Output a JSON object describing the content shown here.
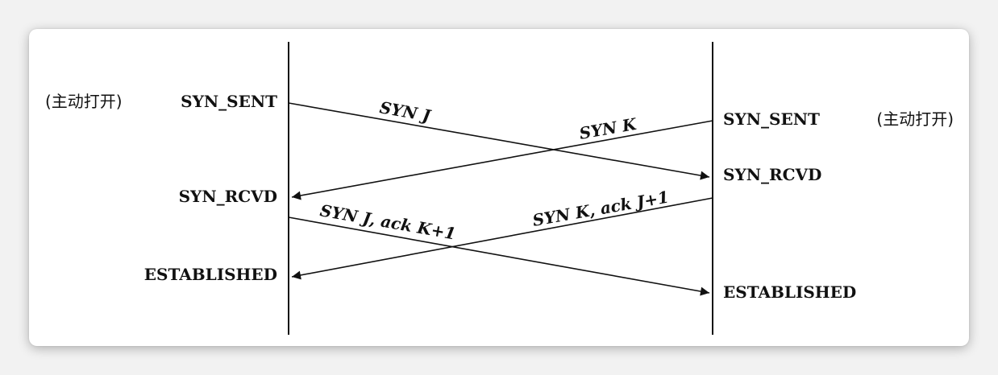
{
  "diagram": {
    "left": {
      "active_open_note": "(主动打开)",
      "state1": "SYN_SENT",
      "state2": "SYN_RCVD",
      "state3": "ESTABLISHED"
    },
    "right": {
      "active_open_note": "(主动打开)",
      "state1": "SYN_SENT",
      "state2": "SYN_RCVD",
      "state3": "ESTABLISHED"
    },
    "messages": {
      "syn_j": "SYN J",
      "syn_k": "SYN K",
      "syn_j_ack": "SYN J, ack K+1",
      "syn_k_ack": "SYN K, ack J+1"
    },
    "colors": {
      "line": "#111111",
      "card": "#ffffff",
      "background": "#f2f2f2"
    }
  }
}
